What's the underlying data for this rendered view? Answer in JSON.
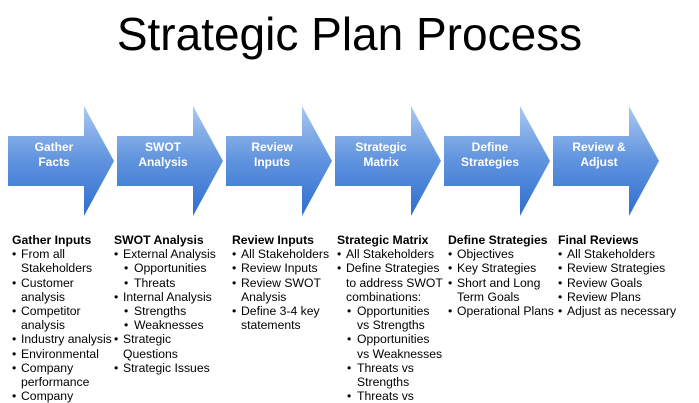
{
  "title": "Strategic Plan Process",
  "colors": {
    "arrow_light": "#a9c8f0",
    "arrow_mid": "#5f93de",
    "arrow_dark": "#2f6fcf",
    "arrow_label": "#ffffff"
  },
  "arrows": [
    {
      "line1": "Gather",
      "line2": "Facts"
    },
    {
      "line1": "SWOT",
      "line2": "Analysis"
    },
    {
      "line1": "Review",
      "line2": "Inputs"
    },
    {
      "line1": "Strategic",
      "line2": "Matrix"
    },
    {
      "line1": "Define",
      "line2": "Strategies"
    },
    {
      "line1": "Review &",
      "line2": "Adjust"
    }
  ],
  "columns": [
    {
      "title": "Gather Inputs",
      "items": [
        {
          "text": "From all Stakeholders",
          "level": 1
        },
        {
          "text": "Customer analysis",
          "level": 1
        },
        {
          "text": "Competitor analysis",
          "level": 1
        },
        {
          "text": "Industry analysis",
          "level": 1
        },
        {
          "text": "Environmental",
          "level": 1
        },
        {
          "text": "Company performance",
          "level": 1
        },
        {
          "text": "Company",
          "level": 1
        }
      ]
    },
    {
      "title": "SWOT Analysis",
      "items": [
        {
          "text": "External Analysis",
          "level": 1
        },
        {
          "text": "Opportunities",
          "level": 2
        },
        {
          "text": "Threats",
          "level": 2
        },
        {
          "text": "Internal Analysis",
          "level": 1
        },
        {
          "text": "Strengths",
          "level": 2
        },
        {
          "text": "Weaknesses",
          "level": 2
        },
        {
          "text": "Strategic Questions",
          "level": 1
        },
        {
          "text": "Strategic Issues",
          "level": 1
        }
      ]
    },
    {
      "title": "Review Inputs",
      "items": [
        {
          "text": "All Stakeholders",
          "level": 1
        },
        {
          "text": "Review Inputs",
          "level": 1
        },
        {
          "text": "Review SWOT Analysis",
          "level": 1
        },
        {
          "text": "Define 3-4 key statements",
          "level": 1
        }
      ]
    },
    {
      "title": "Strategic Matrix",
      "items": [
        {
          "text": "All Stakeholders",
          "level": 1
        },
        {
          "text": "Define Strategies to address SWOT combinations:",
          "level": 1
        },
        {
          "text": "Opportunities vs Strengths",
          "level": 2
        },
        {
          "text": "Opportunities vs Weaknesses",
          "level": 2
        },
        {
          "text": "Threats vs Strengths",
          "level": 2
        },
        {
          "text": "Threats vs",
          "level": 2
        }
      ]
    },
    {
      "title": "Define Strategies",
      "items": [
        {
          "text": "Objectives",
          "level": 1
        },
        {
          "text": "Key Strategies",
          "level": 1
        },
        {
          "text": "Short and Long Term Goals",
          "level": 1
        },
        {
          "text": "Operational Plans",
          "level": 1
        }
      ]
    },
    {
      "title": "Final Reviews",
      "items": [
        {
          "text": "All Stakeholders",
          "level": 1
        },
        {
          "text": "Review Strategies",
          "level": 1
        },
        {
          "text": "Review Goals",
          "level": 1
        },
        {
          "text": "Review Plans",
          "level": 1
        },
        {
          "text": "Adjust as necessary",
          "level": 1
        }
      ]
    }
  ]
}
